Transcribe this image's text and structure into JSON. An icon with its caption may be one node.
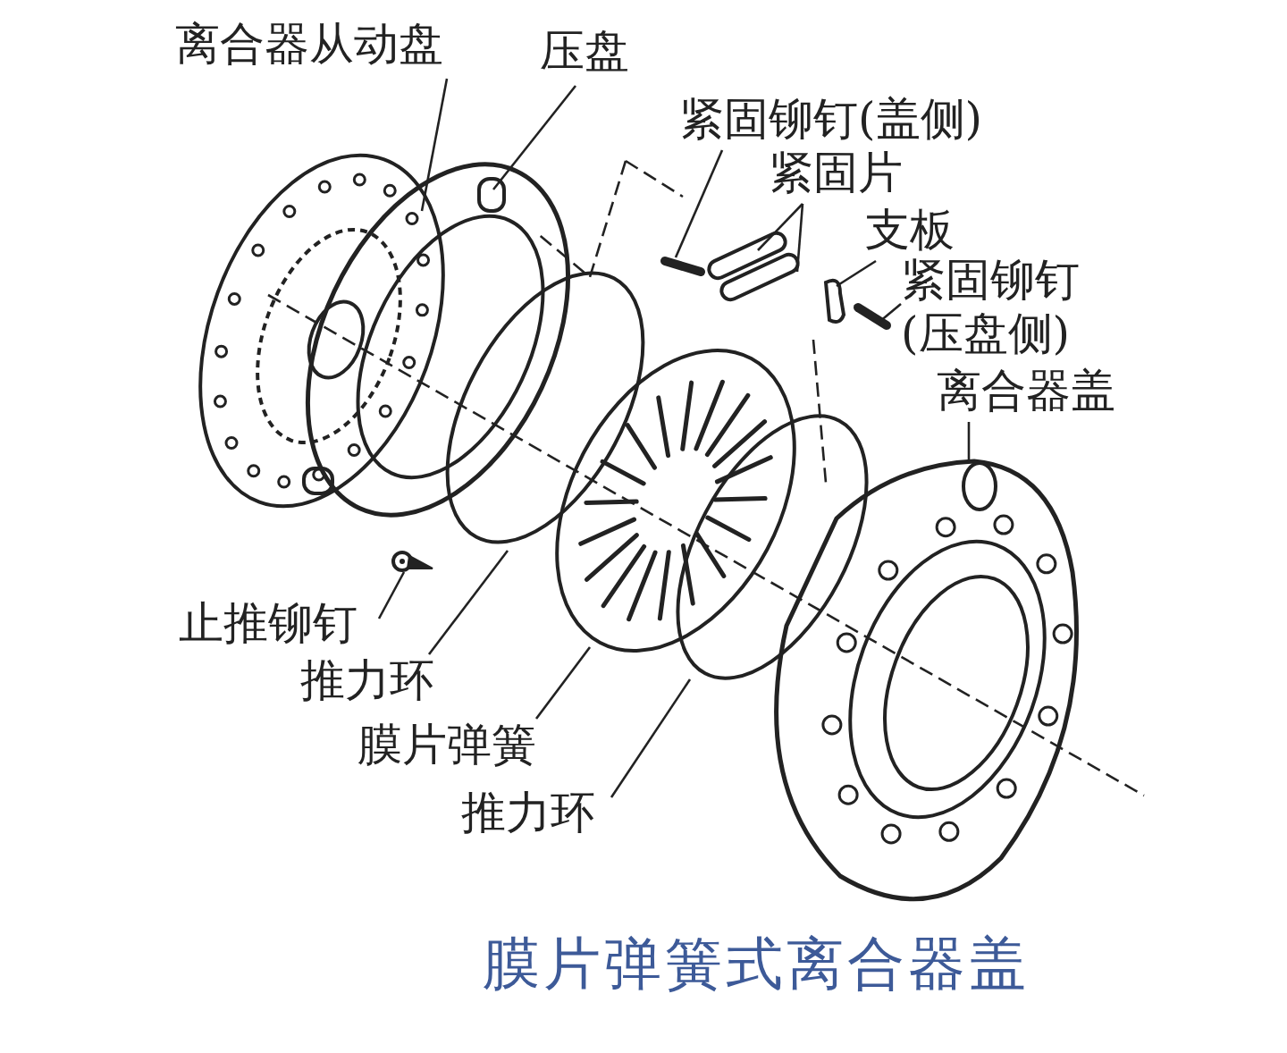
{
  "diagram": {
    "caption": "膜片弹簧式离合器盖",
    "nodes": [
      {
        "text": [
          "离合器从动盘"
        ]
      },
      {
        "text": [
          "压盘"
        ]
      },
      {
        "text": [
          "紧固铆钉(盖侧)"
        ]
      },
      {
        "text": [
          "紧固片"
        ]
      },
      {
        "text": [
          "支板"
        ]
      },
      {
        "text": [
          "紧固铆钉(压盘侧)"
        ]
      },
      {
        "text": [
          "离合器盖"
        ]
      },
      {
        "text": [
          "止推铆钉"
        ]
      },
      {
        "text": [
          "推力环"
        ]
      },
      {
        "text": [
          "膜片弹簧"
        ]
      },
      {
        "text": [
          "推力环"
        ]
      },
      {
        "text": [],
        "shape": "picture"
      },
      {
        "text": [],
        "shape": "picture"
      },
      {
        "text": [],
        "shape": "picture"
      },
      {
        "text": [],
        "shape": "bar"
      },
      {
        "text": [],
        "shape": "bar"
      },
      {
        "text": [],
        "shape": "picture"
      },
      {
        "text": [],
        "shape": "picture"
      },
      {
        "text": [],
        "shape": "picture"
      },
      {
        "text": [],
        "shape": "picture"
      },
      {
        "text": [],
        "shape": "picture"
      },
      {
        "text": [],
        "shape": "picture"
      },
      {
        "text": [],
        "shape": "picture"
      }
    ],
    "edges": [
      {
        "from": 0,
        "to": 11,
        "arrow": "none"
      },
      {
        "from": 1,
        "to": 12,
        "arrow": "none"
      },
      {
        "from": 2,
        "to": 13,
        "arrow": "none"
      },
      {
        "from": 3,
        "to": 14,
        "arrow": "none"
      },
      {
        "from": 3,
        "to": 15,
        "arrow": "none"
      },
      {
        "from": 4,
        "to": 16,
        "arrow": "none"
      },
      {
        "from": 5,
        "to": 17,
        "arrow": "none"
      },
      {
        "from": 6,
        "to": 18,
        "arrow": "none"
      },
      {
        "from": 7,
        "to": 19,
        "arrow": "none"
      },
      {
        "from": 8,
        "to": 20,
        "arrow": "none"
      },
      {
        "from": 9,
        "to": 21,
        "arrow": "none"
      },
      {
        "from": 10,
        "to": 22,
        "arrow": "none"
      }
    ]
  }
}
